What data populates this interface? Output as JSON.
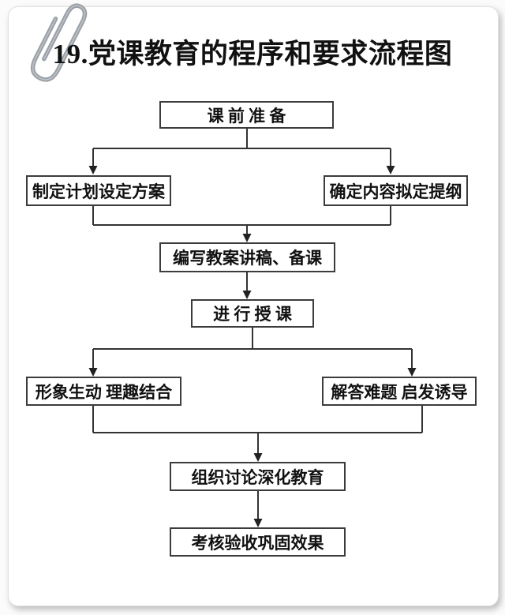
{
  "page": {
    "title": "19.党课教育的程序和要求流程图"
  },
  "flowchart": {
    "nodes": [
      {
        "id": "pre-class-preparation",
        "label": "课 前 准 备"
      },
      {
        "id": "make-plan-set-scheme",
        "label": "制定计划设定方案"
      },
      {
        "id": "determine-content-draft-outline",
        "label": "确定内容拟定提纲"
      },
      {
        "id": "write-lesson-plan-prepare",
        "label": "编写教案讲稿、备课"
      },
      {
        "id": "conduct-lecture",
        "label": "进 行 授 课"
      },
      {
        "id": "vivid-imagery-reason-interest",
        "label": "形象生动 理趣结合"
      },
      {
        "id": "answer-questions-inspire-guide",
        "label": "解答难题 启发诱导"
      },
      {
        "id": "organize-discussion-deepen-education",
        "label": "组织讨论深化教育"
      },
      {
        "id": "assess-consolidate-results",
        "label": "考核验收巩固效果"
      }
    ],
    "icons": [
      {
        "name": "paperclip-icon"
      }
    ],
    "colors": {
      "line": "#333333",
      "box_border": "#3c3c3c",
      "text": "#111111",
      "card_background": "#ffffff",
      "paperclip": "#9aa0a6"
    }
  }
}
